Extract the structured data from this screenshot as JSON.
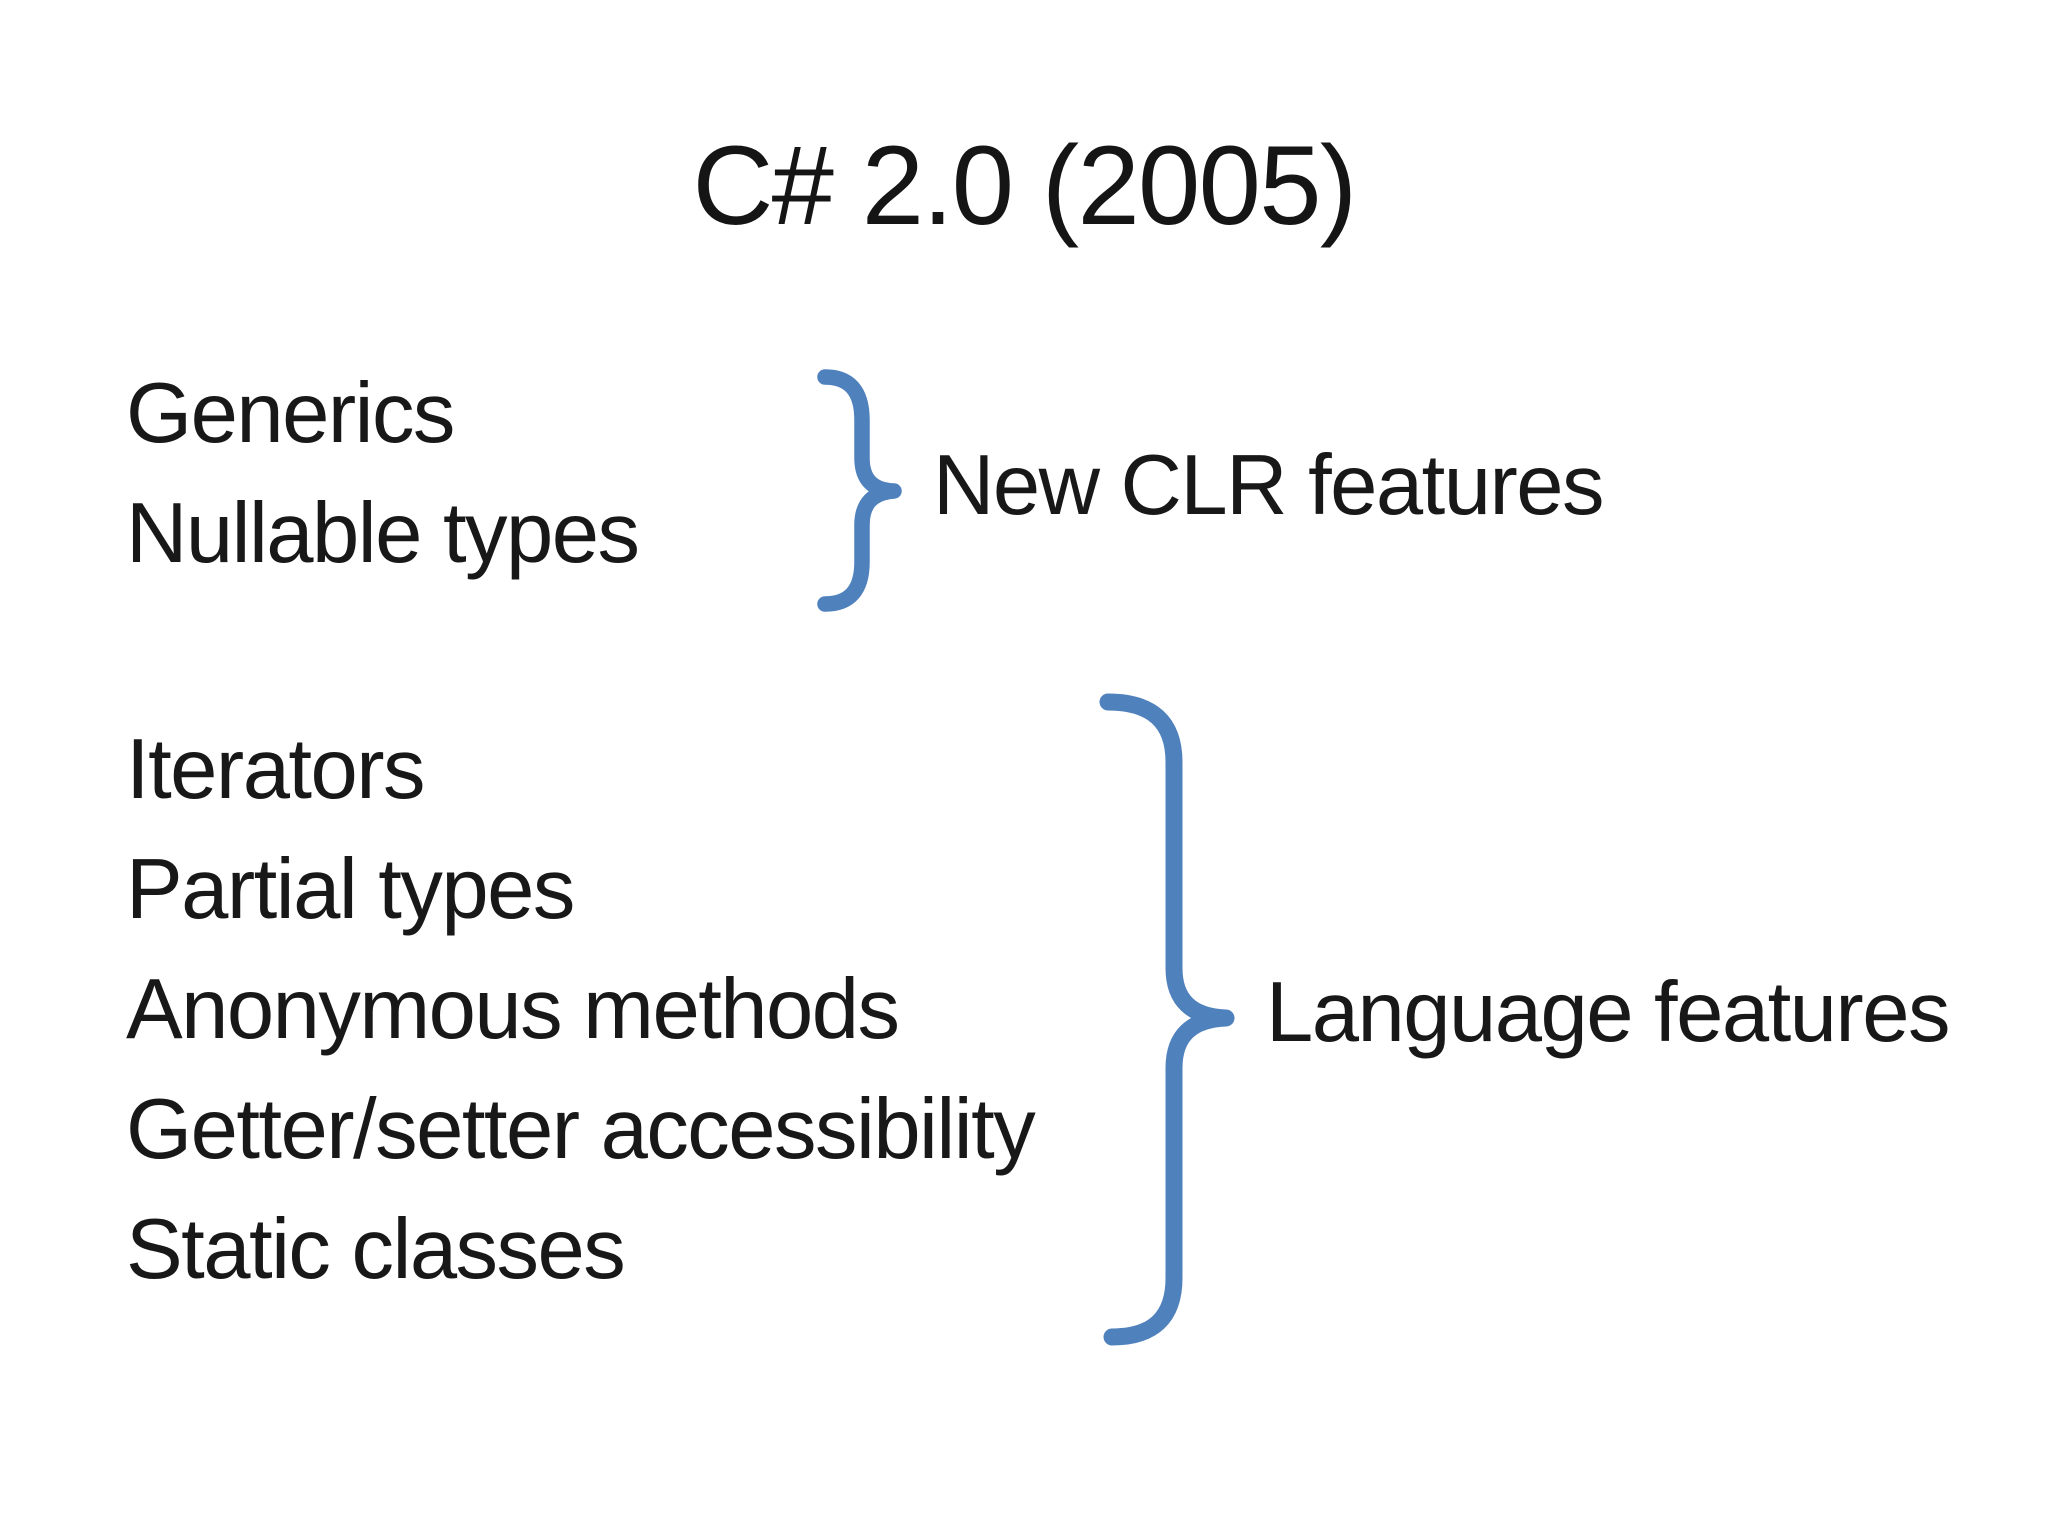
{
  "slide": {
    "title": "C# 2.0 (2005)",
    "groups": [
      {
        "items": [
          "Generics",
          "Nullable types"
        ],
        "label": "New CLR features"
      },
      {
        "items": [
          "Iterators",
          "Partial types",
          "Anonymous methods",
          "Getter/setter accessibility",
          "Static classes"
        ],
        "label": "Language features"
      }
    ],
    "colors": {
      "brace": "#4F81BD",
      "text": "#1c1c1c",
      "background": "#ffffff"
    }
  }
}
